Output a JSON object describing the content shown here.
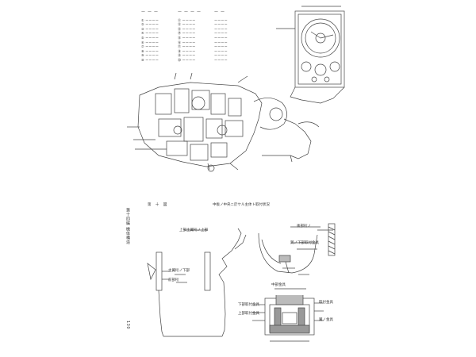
{
  "fig_a": {
    "labels": []
  },
  "fig_b": {
    "heading": "第 十 図",
    "title": "中板ノ中央ニ於ケル主体ト取付状況",
    "callouts": [
      "上部主翼桁ノ上部",
      "主翼桁ノ下部",
      "前部桁",
      "後部桁ノ",
      "翼ノ下部取付金具",
      "中部金具",
      "下部取付金具",
      "上部取付金具",
      "取付金具",
      "翼ノ金具"
    ]
  },
  "margin": {
    "page_number": "130",
    "running_head": "第十四編 機体構造"
  }
}
